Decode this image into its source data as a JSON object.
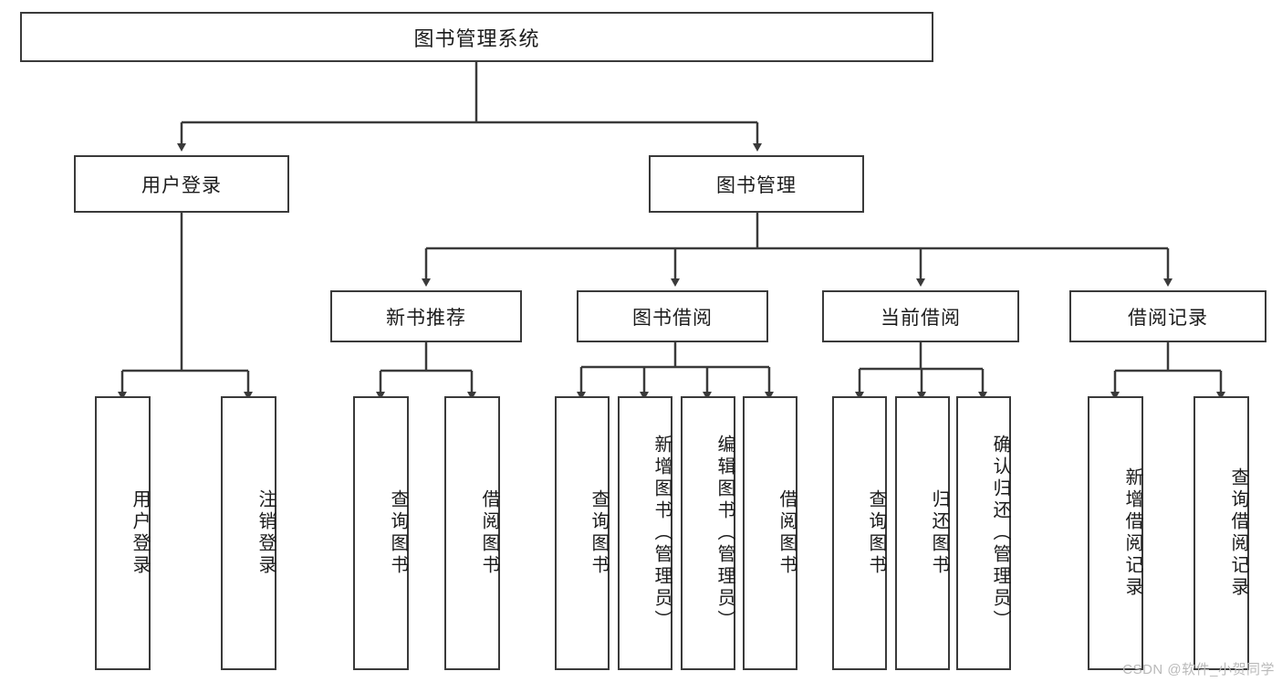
{
  "diagram": {
    "title": "图书管理系统",
    "type": "tree-hierarchy",
    "watermark": "CSDN @软件_小贺同学",
    "colors": {
      "stroke": "#3a3a3a",
      "fill": "#ffffff",
      "text": "#1b1b1b",
      "watermark": "#b9b9b9"
    },
    "nodes": {
      "root": {
        "label": "图书管理系统"
      },
      "level2": [
        {
          "label": "用户登录"
        },
        {
          "label": "图书管理"
        }
      ],
      "level3": [
        {
          "label": "新书推荐"
        },
        {
          "label": "图书借阅"
        },
        {
          "label": "当前借阅"
        },
        {
          "label": "借阅记录"
        }
      ],
      "leaves": {
        "user_login": [
          {
            "label": "用户登录"
          },
          {
            "label": "注销登录"
          }
        ],
        "new_book_recommend": [
          {
            "label": "查询图书"
          },
          {
            "label": "借阅图书"
          }
        ],
        "book_borrow": [
          {
            "label": "查询图书"
          },
          {
            "label": "新增图书（管理员）"
          },
          {
            "label": "编辑图书（管理员）"
          },
          {
            "label": "借阅图书"
          }
        ],
        "current_borrow": [
          {
            "label": "查询图书"
          },
          {
            "label": "归还图书"
          },
          {
            "label": "确认归还（管理员）"
          }
        ],
        "borrow_record": [
          {
            "label": "新增借阅记录"
          },
          {
            "label": "查询借阅记录"
          }
        ]
      }
    }
  }
}
